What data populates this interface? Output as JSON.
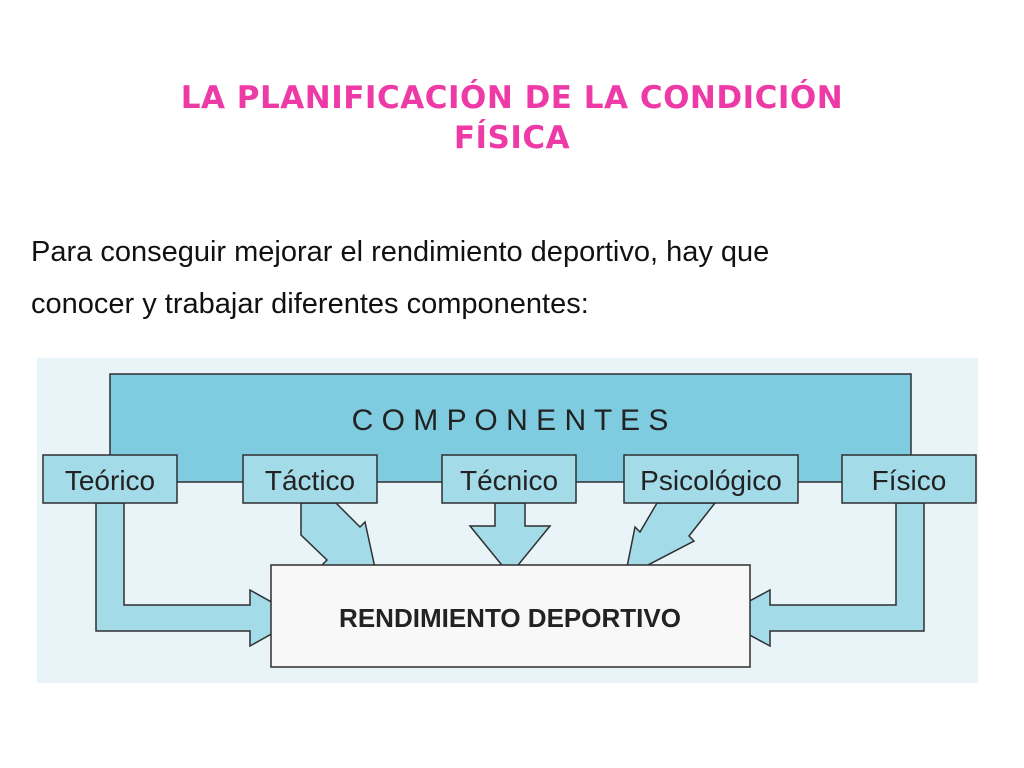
{
  "slide": {
    "title_line1": "LA PLANIFICACIÓN DE LA CONDICIÓN",
    "title_line2": "FÍSICA",
    "intro_line1": "Para conseguir mejorar el rendimiento deportivo, hay que",
    "intro_line2": "conocer y trabajar diferentes componentes:"
  },
  "diagram": {
    "header": "C O M P O N E N T E S",
    "components": [
      "Teórico",
      "Táctico",
      "Técnico",
      "Psicológico",
      "Físico"
    ],
    "target": "RENDIMIENTO DEPORTIVO",
    "colors": {
      "title": "#ee3aa6",
      "panel_background": "#e9f4f9",
      "header_fill": "#7fcbe0",
      "box_fill": "#a4dbe8",
      "arrow_fill": "#a4dbe8",
      "target_fill": "#f8f8f8",
      "stroke": "#2f2f2f"
    }
  }
}
